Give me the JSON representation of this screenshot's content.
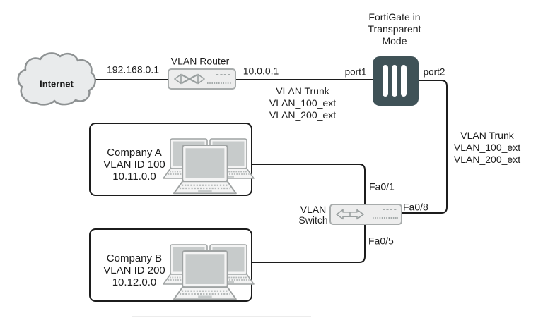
{
  "diagram": {
    "internet": {
      "label": "Internet"
    },
    "router": {
      "name": "VLAN Router",
      "wan_ip": "192.168.0.1",
      "lan_ip": "10.0.0.1"
    },
    "fortigate": {
      "title_line1": "FortiGate in",
      "title_line2": "Transparent",
      "title_line3": "Mode",
      "port_left": "port1",
      "port_right": "port2"
    },
    "trunk_top": {
      "line1": "VLAN Trunk",
      "line2": "VLAN_100_ext",
      "line3": "VLAN_200_ext"
    },
    "trunk_right": {
      "line1": "VLAN Trunk",
      "line2": "VLAN_100_ext",
      "line3": "VLAN_200_ext"
    },
    "vlan_switch": {
      "label_line1": "VLAN",
      "label_line2": "Switch",
      "port_top": "Fa0/1",
      "port_right": "Fa0/8",
      "port_bottom": "Fa0/5"
    },
    "company_a": {
      "name": "Company A",
      "vlan_id": "VLAN ID 100",
      "network": "10.11.0.0"
    },
    "company_b": {
      "name": "Company B",
      "vlan_id": "VLAN ID 200",
      "network": "10.12.0.0"
    },
    "colors": {
      "connection_line": "#1c1c1c",
      "device_fill": "#ededed",
      "device_stroke": "#a8acac",
      "device_glyph": "#9aa0a0",
      "fortigate_fill": "#3f5257",
      "cloud_fill": "#e9ebec",
      "cloud_stroke": "#8e9293",
      "laptop_screen": "#c7cbcb"
    }
  }
}
